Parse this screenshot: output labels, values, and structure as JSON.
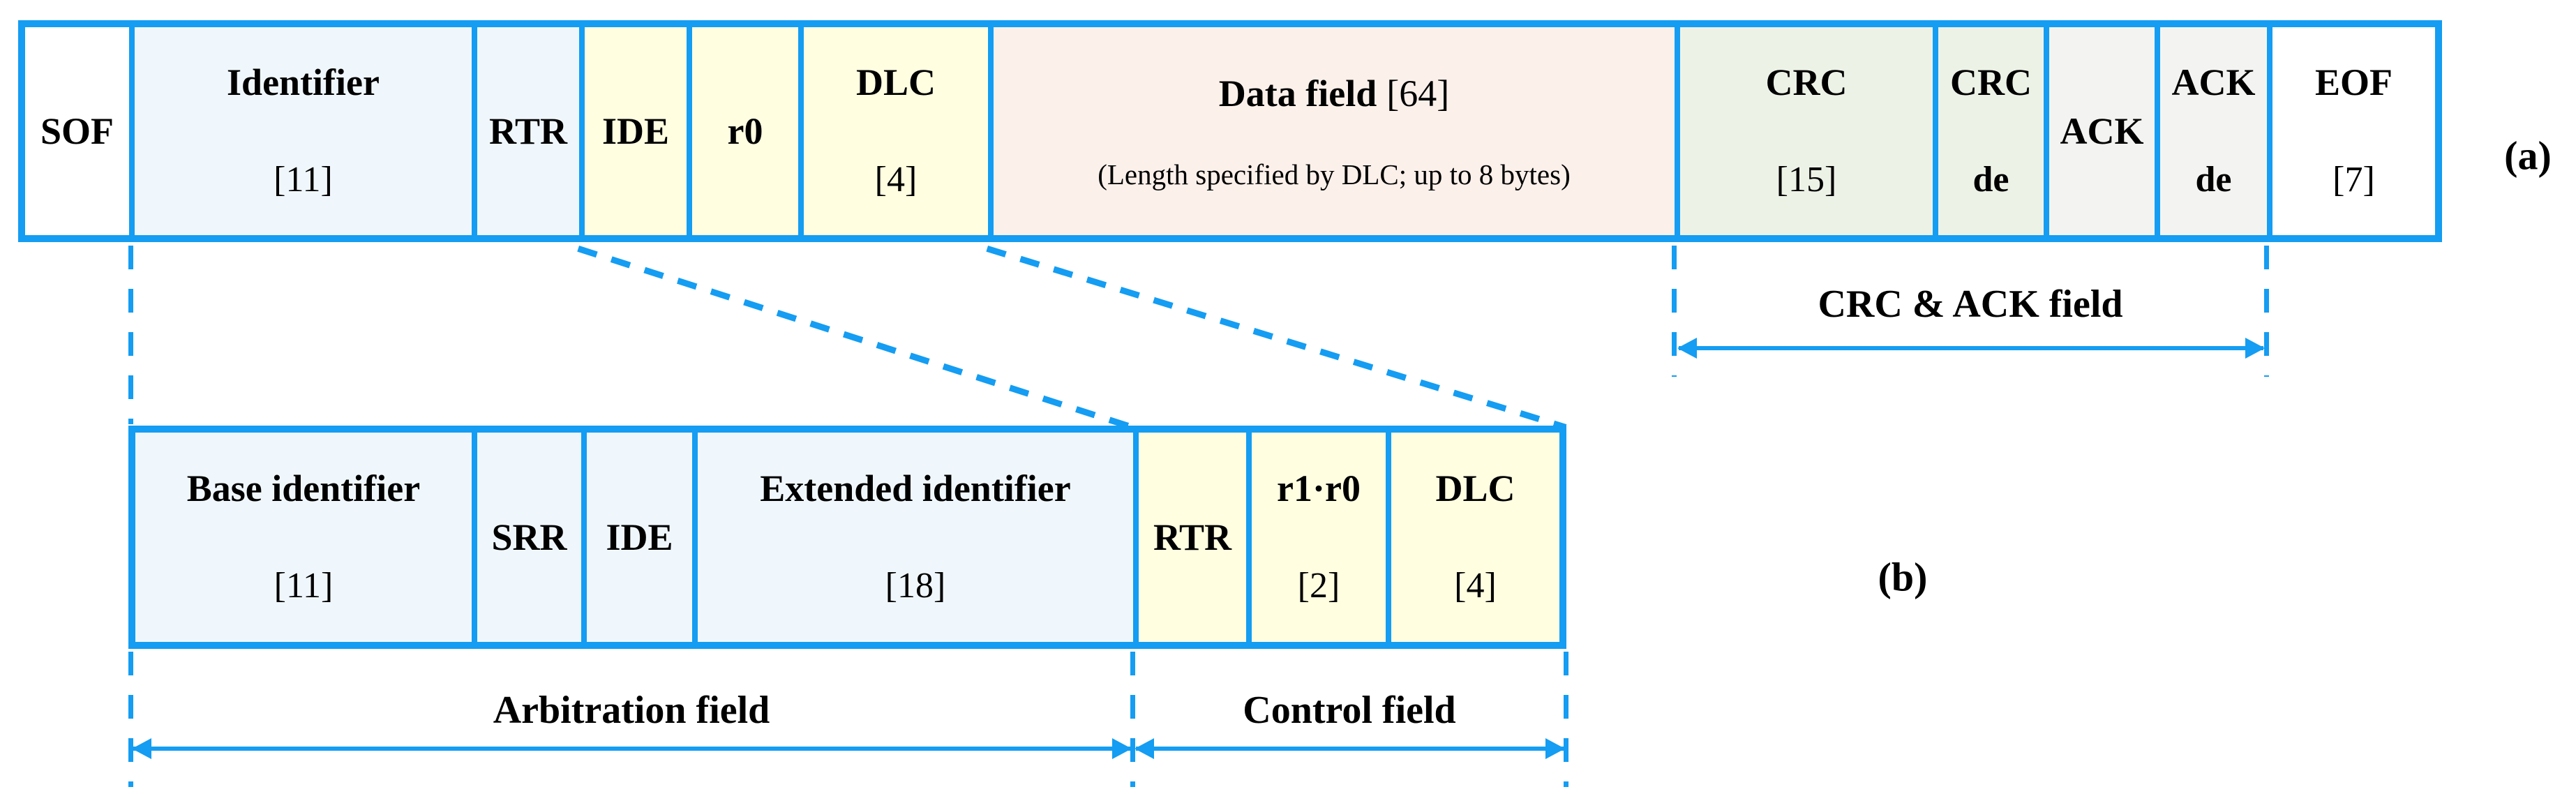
{
  "palette": {
    "accent": "#149df2",
    "text": "#000000",
    "fill_white": "#ffffff",
    "fill_blue": "#f0f7fc",
    "fill_yellow": "#fffee1",
    "fill_pink": "#fbf0ea",
    "fill_green": "#edf2e7",
    "fill_gray": "#f3f4f1"
  },
  "frame_a": {
    "figure_tag": "(a)",
    "cells": [
      {
        "label": "SOF",
        "fill": "#ffffff"
      },
      {
        "label": "Identifier",
        "sub": "[11]",
        "fill": "#f0f7fc"
      },
      {
        "label": "RTR",
        "fill": "#f0f7fc"
      },
      {
        "label": "IDE",
        "fill": "#fffee1"
      },
      {
        "label": "r0",
        "fill": "#fffee1"
      },
      {
        "label": "DLC",
        "sub": "[4]",
        "fill": "#fffee1"
      },
      {
        "label": "Data field",
        "count": "[64]",
        "sub": "(Length specified by DLC; up to 8 bytes)",
        "fill": "#fbf0ea"
      },
      {
        "label": "CRC",
        "sub": "[15]",
        "fill": "#edf2e7"
      },
      {
        "label": "CRC",
        "sub": "de",
        "fill": "#edf2e7"
      },
      {
        "label": "ACK",
        "fill": "#f3f4f1"
      },
      {
        "label": "ACK",
        "sub": "de",
        "fill": "#f3f4f1"
      },
      {
        "label": "EOF",
        "sub": "[7]",
        "fill": "#ffffff"
      }
    ]
  },
  "frame_b": {
    "figure_tag": "(b)",
    "cells": [
      {
        "label": "Base identifier",
        "sub": "[11]",
        "fill": "#f0f7fc"
      },
      {
        "label": "SRR",
        "fill": "#f0f7fc"
      },
      {
        "label": "IDE",
        "fill": "#f0f7fc"
      },
      {
        "label": "Extended identifier",
        "sub": "[18]",
        "fill": "#f0f7fc"
      },
      {
        "label": "RTR",
        "fill": "#fffee1"
      },
      {
        "label": "r1·r0",
        "sub": "[2]",
        "fill": "#fffee1"
      },
      {
        "label": "DLC",
        "sub": "[4]",
        "fill": "#fffee1"
      }
    ]
  },
  "annotations": {
    "crc_ack_field": "CRC & ACK field",
    "arbitration_field": "Arbitration field",
    "control_field": "Control field"
  }
}
